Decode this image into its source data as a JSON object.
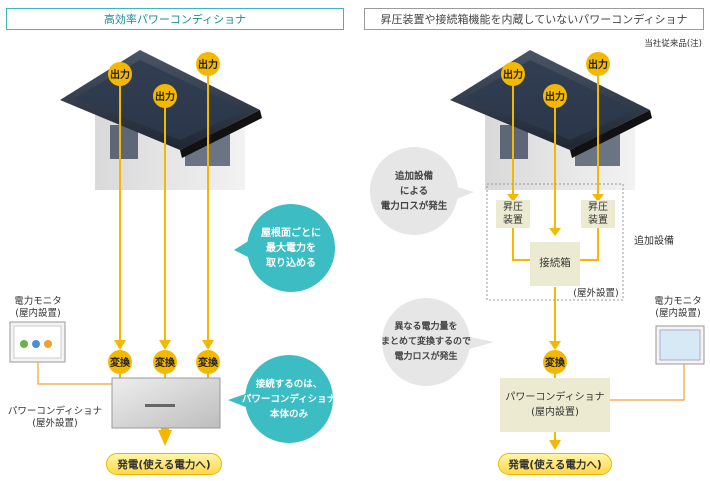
{
  "left": {
    "title": "高効率パワーコンディショナ",
    "output_label": "出力",
    "convert_label": "変換",
    "monitor_label": [
      "電力モニタ",
      "(屋内設置)"
    ],
    "pcs_label": [
      "パワーコンディショナ",
      "(屋外設置)"
    ],
    "cloud_top": [
      "屋根面ごとに",
      "最大電力を",
      "取り込める"
    ],
    "cloud_bottom": [
      "接続するのは、",
      "パワーコンディショナ",
      "本体のみ"
    ],
    "result": "発電(使える電力へ)"
  },
  "right": {
    "title": "昇圧装置や接続箱機能を内蔵していないパワーコンディショナ",
    "note": "当社従来品(注)",
    "output_label": "出力",
    "booster_label": [
      "昇圧",
      "装置"
    ],
    "junction_label": "接続箱",
    "outdoor_label": "(屋外設置)",
    "additional_label": "追加設備",
    "cloud_top": [
      "追加設備",
      "による",
      "電力ロスが発生"
    ],
    "cloud_bottom": [
      "異なる電力量を",
      "まとめて変換するので",
      "電力ロスが発生"
    ],
    "convert_label": "変換",
    "pcs_label": [
      "パワーコンディショナ",
      "(屋内設置)"
    ],
    "monitor_label": [
      "電力モニタ",
      "(屋内設置)"
    ],
    "result": "発電(使える電力へ)"
  },
  "colors": {
    "accent_teal": "#3cbcc3",
    "arrow_yellow": "#f5b800",
    "cloud_gray": "#e6e6e6",
    "box_beige": "#ecebd2"
  }
}
